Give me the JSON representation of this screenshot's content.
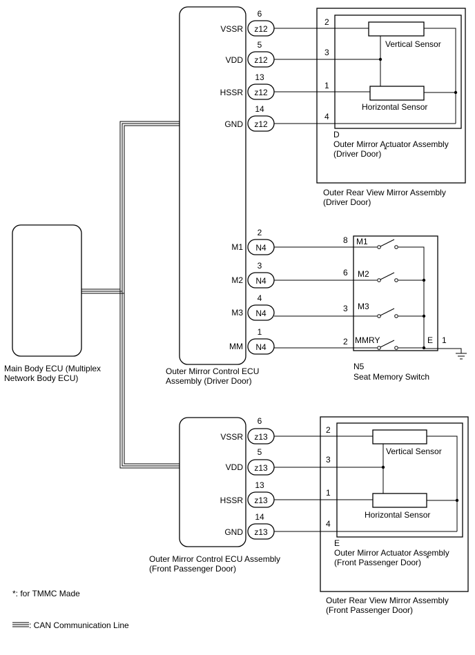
{
  "main_ecu": {
    "label_line1": "Main Body ECU (Multiplex",
    "label_line2": "Network Body ECU)"
  },
  "driver_ecu": {
    "label_line1": "Outer Mirror Control ECU",
    "label_line2": "Assembly (Driver Door)",
    "pins": [
      {
        "name": "VSSR",
        "connector": "z12",
        "number": "6"
      },
      {
        "name": "VDD",
        "connector": "z12",
        "number": "5"
      },
      {
        "name": "HSSR",
        "connector": "z12",
        "number": "13"
      },
      {
        "name": "GND",
        "connector": "z12",
        "number": "14"
      },
      {
        "name": "M1",
        "connector": "N4",
        "number": "2"
      },
      {
        "name": "M2",
        "connector": "N4",
        "number": "3"
      },
      {
        "name": "M3",
        "connector": "N4",
        "number": "4"
      },
      {
        "name": "MM",
        "connector": "N4",
        "number": "1"
      }
    ]
  },
  "passenger_ecu": {
    "label_line1": "Outer Mirror Control ECU Assembly",
    "label_line2": "(Front Passenger Door)",
    "pins": [
      {
        "name": "VSSR",
        "connector": "z13",
        "number": "6"
      },
      {
        "name": "VDD",
        "connector": "z13",
        "number": "5"
      },
      {
        "name": "HSSR",
        "connector": "z13",
        "number": "13"
      },
      {
        "name": "GND",
        "connector": "z13",
        "number": "14"
      }
    ]
  },
  "driver_mirror": {
    "outer_label_line1": "Outer Rear View Mirror Assembly",
    "outer_label_line2": "(Driver Door)",
    "actuator_connector": "D",
    "actuator_label_line1": "Outer Mirror Actuator Assembly",
    "actuator_label_line2": "(Driver Door)",
    "asterisk": "*",
    "vertical_sensor": "Vertical Sensor",
    "horizontal_sensor": "Horizontal Sensor",
    "pin_numbers": [
      "2",
      "3",
      "1",
      "4"
    ]
  },
  "passenger_mirror": {
    "outer_label_line1": "Outer Rear View Mirror Assembly",
    "outer_label_line2": "(Front Passenger Door)",
    "actuator_connector": "E",
    "actuator_label_line1": "Outer Mirror Actuator Assembly",
    "actuator_label_line2": "(Front Passenger Door)",
    "asterisk": "*",
    "vertical_sensor": "Vertical Sensor",
    "horizontal_sensor": "Horizontal Sensor",
    "pin_numbers": [
      "2",
      "3",
      "1",
      "4"
    ]
  },
  "seat_switch": {
    "connector": "N5",
    "label": "Seat Memory Switch",
    "switches": [
      "M1",
      "M2",
      "M3",
      "MMRY"
    ],
    "pin_numbers": [
      "8",
      "6",
      "3",
      "2"
    ],
    "ground_terminal": "E",
    "ground_pin": "1"
  },
  "footnote": "*: for TMMC Made",
  "legend": ": CAN Communication Line"
}
